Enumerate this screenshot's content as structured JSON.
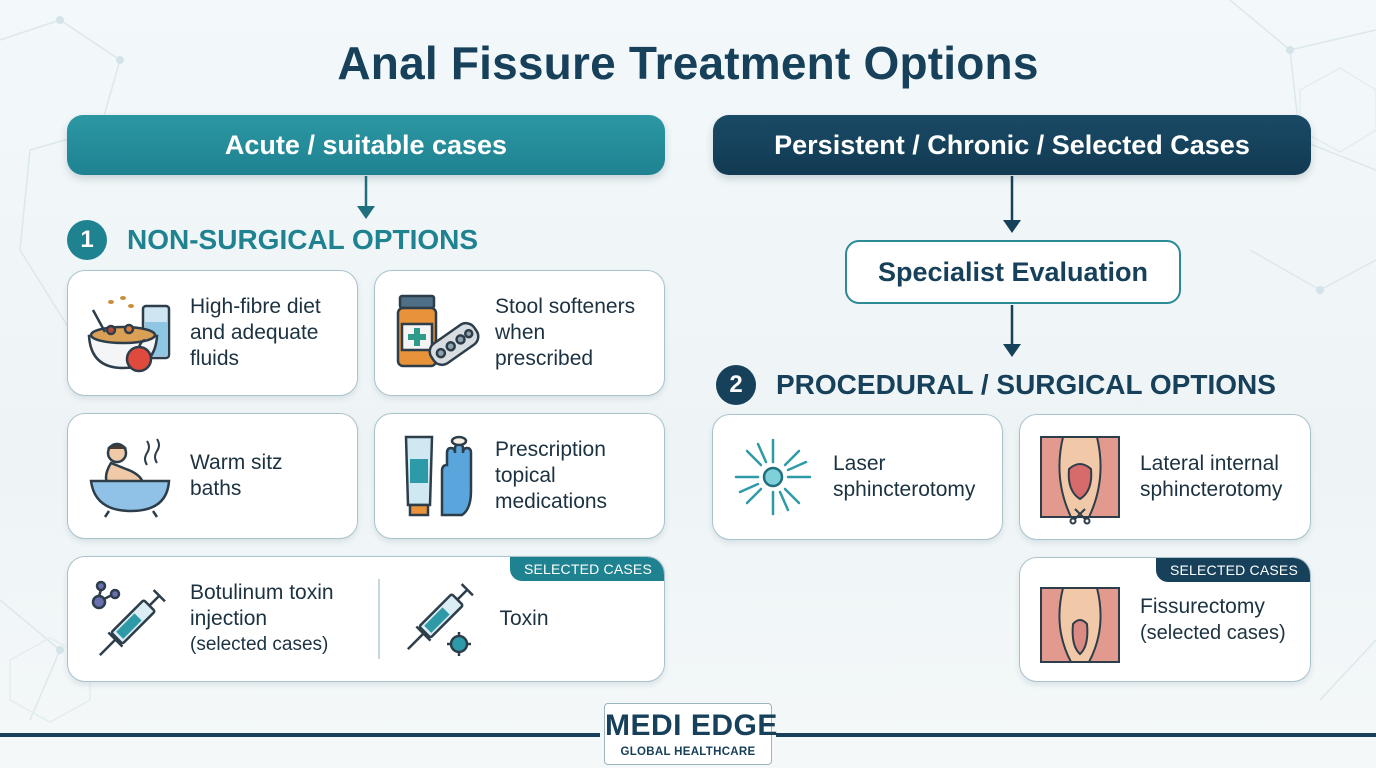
{
  "title": "Anal Fissure Treatment Options",
  "left": {
    "header": "Acute / suitable cases",
    "section_number": "1",
    "section_title": "NON-SURGICAL OPTIONS",
    "cards": [
      {
        "line1": "High-fibre diet",
        "line2": "and adequate",
        "line3": "fluids"
      },
      {
        "line1": "Stool softeners",
        "line2": "when",
        "line3": "prescribed"
      },
      {
        "line1": "Warm sitz",
        "line2": "baths"
      },
      {
        "line1": "Prescription",
        "line2": "topical",
        "line3": "medications"
      }
    ],
    "wide_card": {
      "badge": "SELECTED CASES",
      "item1": {
        "line1": "Botulinum toxin",
        "line2": "injection",
        "line3": "(selected cases)"
      },
      "item2": {
        "line1": "Toxin"
      }
    }
  },
  "right": {
    "header": "Persistent / Chronic / Selected Cases",
    "evaluation": "Specialist Evaluation",
    "section_number": "2",
    "section_title": "PROCEDURAL / SURGICAL OPTIONS",
    "cards": [
      {
        "line1": "Laser",
        "line2": "sphincterotomy"
      },
      {
        "line1": "Lateral internal",
        "line2": "sphincterotomy"
      }
    ],
    "fissurectomy": {
      "badge": "SELECTED CASES",
      "line1": "Fissurectomy",
      "line2": "(selected cases)"
    }
  },
  "logo": {
    "main_left": "MEDI",
    "main_right": "EDGE",
    "sub": "GLOBAL HEALTHCARE"
  },
  "colors": {
    "teal": "#1f8291",
    "navy": "#17405a",
    "card_border": "#a9c3cd"
  },
  "icons": [
    "food-bowl-icon",
    "pill-bottle-icon",
    "sitz-bath-icon",
    "ointment-tube-icon",
    "syringe-icon",
    "molecule-icon",
    "laser-icon",
    "anatomy-icon"
  ]
}
